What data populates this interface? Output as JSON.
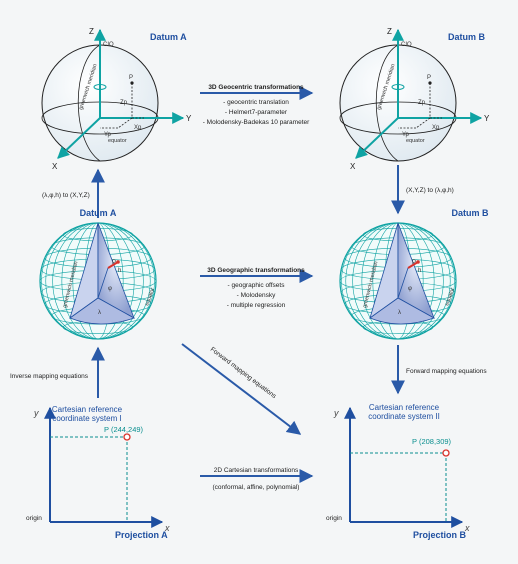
{
  "top_left": {
    "title": "Datum A",
    "z_label": "Z",
    "y_label": "Y",
    "x_label": "X",
    "cio": "CIO",
    "p": "P",
    "zp": "Zp",
    "yp": "Yp",
    "xp": "Xp",
    "meridian": "greenwich meridian",
    "equator": "equator"
  },
  "top_right": {
    "title": "Datum B",
    "z_label": "Z",
    "y_label": "Y",
    "x_label": "X",
    "cio": "CIO",
    "p": "P",
    "zp": "Zp",
    "yp": "Yp",
    "xp": "Xp",
    "meridian": "greenwich meridian",
    "equator": "equator"
  },
  "geocentric": {
    "title": "3D Geocentric transformations",
    "items": [
      "- geocentric translation",
      "- Helmert7-parameter",
      "- Molodensky-Badekas  10 parameter"
    ]
  },
  "left_up_label": "(λ,φ,h) to (X,Y,Z)",
  "right_down_label": "(X,Y,Z) to (λ,φ,h)",
  "mid_left": {
    "title": "Datum A",
    "meridian": "greenwich meridian",
    "equator": "equator",
    "phi": "φ",
    "lambda": "λ",
    "h": "h",
    "p": "P"
  },
  "mid_right": {
    "title": "Datum B",
    "meridian": "greenwich meridian",
    "equator": "equator",
    "phi": "φ",
    "lambda": "λ",
    "h": "h",
    "p": "P"
  },
  "geographic": {
    "title": "3D Geographic transformations",
    "items": [
      "- geographic offsets",
      "- Molodensky",
      "- multiple regression"
    ]
  },
  "inverse_label": "Inverse mapping equations",
  "forward_diag_label": "Forward mapping equations",
  "forward_right_label": "Forward  mapping equations",
  "cart_left": {
    "title_line1": "Cartesian reference",
    "title_line2": "coordinate system I",
    "point": "P (244,249)",
    "x": "x",
    "y": "y",
    "origin": "origin",
    "projection": "Projection A"
  },
  "cart_right": {
    "title_line1": "Cartesian reference",
    "title_line2": "coordinate system II",
    "point": "P (208,309)",
    "x": "x",
    "y": "y",
    "origin": "origin",
    "projection": "Projection B"
  },
  "cartesian2d": {
    "title": "2D Cartesian transformations",
    "subtitle": "(conformal, affine, polynomial)"
  },
  "colors": {
    "teal": "#0fa3a3",
    "navy": "#1f4fa0",
    "arrow": "#2a5aa8",
    "red": "#d8322a"
  }
}
